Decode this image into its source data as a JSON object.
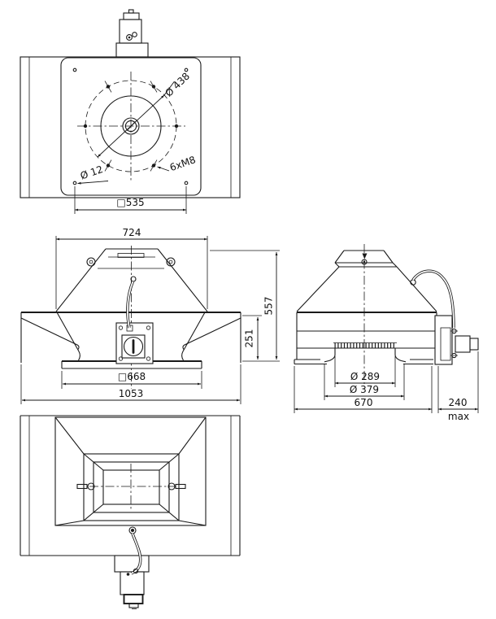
{
  "colors": {
    "line": "#1a1a1a",
    "dimension": "#161616",
    "background": "#ffffff"
  },
  "views": {
    "top": {
      "dims": {
        "bolt_circle_diameter": "Ø 438",
        "bolt_thread": "6xM8",
        "hole_diameter": "Ø 12",
        "hole_spacing_square": "□535"
      }
    },
    "front": {
      "dims": {
        "hood_width": "724",
        "overall_height": "557",
        "lower_height": "251",
        "base_square": "□668",
        "overall_width": "1053"
      }
    },
    "side": {
      "dims": {
        "inlet_diameter": "Ø 289",
        "flange_diameter": "Ø 379",
        "base_width": "670",
        "max_protrusion": "240",
        "max_protrusion_qualifier": "max"
      }
    }
  }
}
